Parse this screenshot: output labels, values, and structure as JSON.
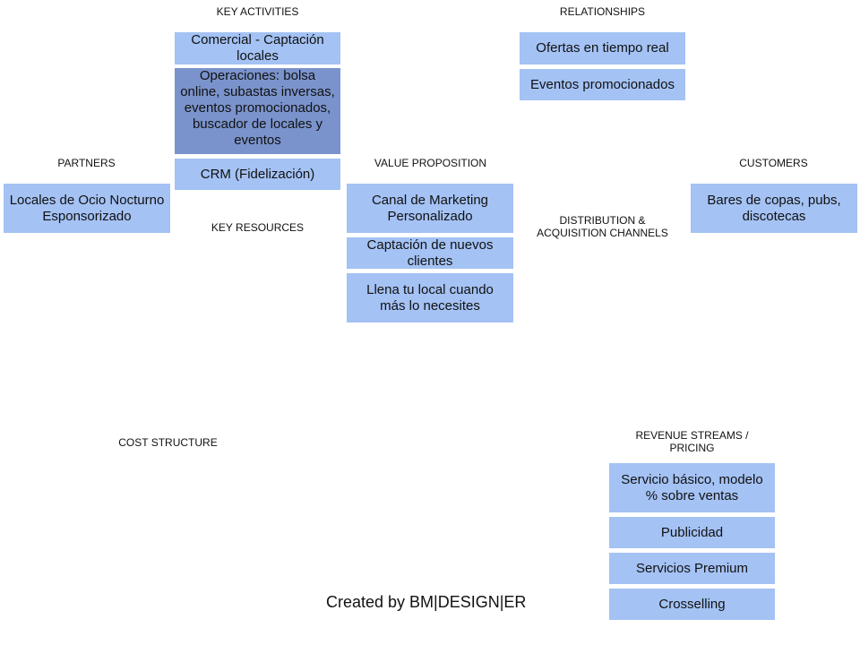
{
  "sections": {
    "key_activities": "KEY ACTIVITIES",
    "relationships": "RELATIONSHIPS",
    "partners": "PARTNERS",
    "value_proposition": "VALUE PROPOSITION",
    "customers": "CUSTOMERS",
    "key_resources": "KEY RESOURCES",
    "distribution": "DISTRIBUTION  &\nACQUISITION  CHANNELS",
    "cost_structure": "COST  STRUCTURE",
    "revenue": "REVENUE  STREAMS  /\nPRICING"
  },
  "key_activities": {
    "items": [
      "Comercial - Captación locales",
      "Operaciones: bolsa online, subastas inversas, eventos promocionados, buscador de locales y eventos",
      "CRM (Fidelización)"
    ]
  },
  "relationships": {
    "items": [
      "Ofertas en tiempo real",
      "Eventos promocionados"
    ]
  },
  "partners": {
    "items": [
      "Locales de Ocio Nocturno Esponsorizado"
    ]
  },
  "value_proposition": {
    "items": [
      "Canal de Marketing Personalizado",
      "Captación de nuevos clientes",
      "Llena tu local cuando más lo necesites"
    ]
  },
  "customers": {
    "items": [
      "Bares de copas, pubs, discotecas"
    ]
  },
  "revenue": {
    "items": [
      "Servicio básico, modelo % sobre ventas",
      "Publicidad",
      "Servicios Premium",
      "Crosselling"
    ]
  },
  "footer": {
    "credit": "Created by BM|DESIGN|ER"
  },
  "colors": {
    "box": "#a4c2f4",
    "box_highlight": "#7a93cc"
  }
}
